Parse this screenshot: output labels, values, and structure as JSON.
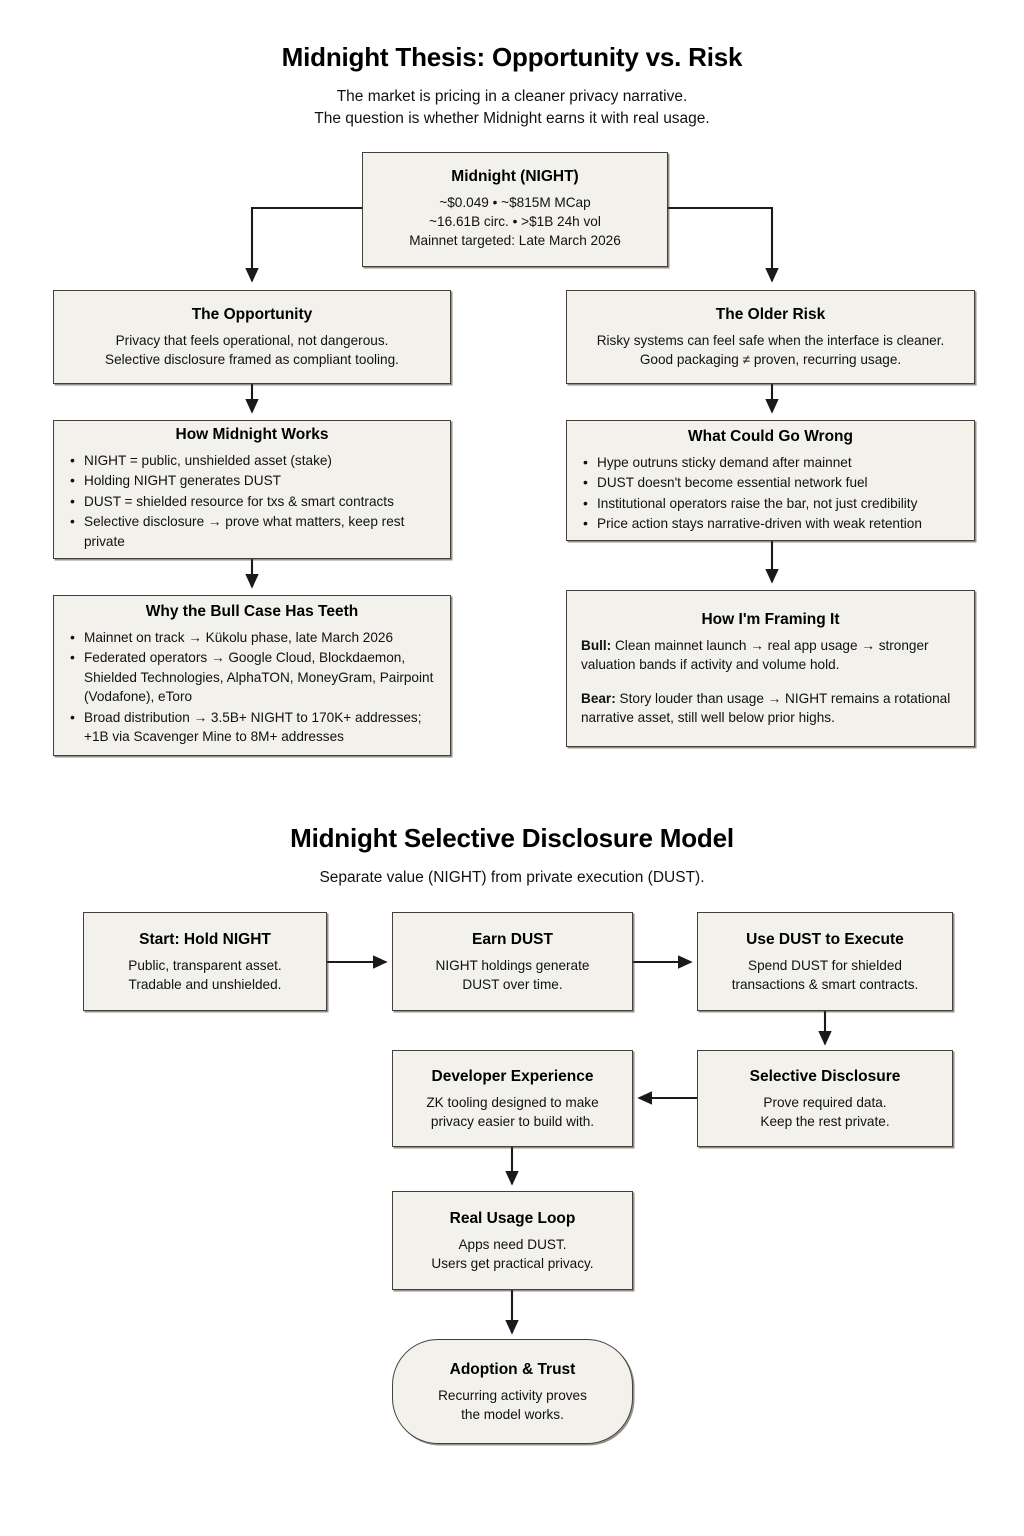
{
  "theme": {
    "background": "#ffffff",
    "node_fill": "#f2f1ec",
    "node_border": "#453f37",
    "text": "#111111",
    "connector": "#1a1a1a"
  },
  "section_one": {
    "title": "Midnight Thesis: Opportunity vs. Risk",
    "subtitle_line1": "The market is pricing in a cleaner privacy narrative.",
    "subtitle_line2": "The question is whether Midnight earns it with real usage.",
    "root": {
      "title": "Midnight (NIGHT)",
      "line1": "~$0.049 • ~$815M MCap",
      "line2": "~16.61B circ. • >$1B 24h vol",
      "line3": "Mainnet targeted: Late March 2026"
    },
    "opportunity": {
      "title": "The Opportunity",
      "line1": "Privacy that feels operational, not dangerous.",
      "line2": "Selective disclosure framed as compliant tooling."
    },
    "older_risk": {
      "title": "The Older Risk",
      "line1": "Risky systems can feel safe when the interface is cleaner.",
      "line2": "Good packaging ≠ proven, recurring usage."
    },
    "how_it_works": {
      "title": "How Midnight Works",
      "bullets": [
        "NIGHT = public, unshielded asset (stake)",
        "Holding NIGHT generates DUST",
        "DUST = shielded resource for txs & smart contracts",
        "Selective disclosure → prove what matters, keep rest private"
      ]
    },
    "what_could_go_wrong": {
      "title": "What Could Go Wrong",
      "bullets": [
        "Hype outruns sticky demand after mainnet",
        "DUST doesn't become essential network fuel",
        "Institutional operators raise the bar, not just credibility",
        "Price action stays narrative-driven with weak retention"
      ]
    },
    "bull_case": {
      "title": "Why the Bull Case Has Teeth",
      "bullets": [
        "Mainnet on track → Kükolu phase, late March 2026",
        "Federated operators → Google Cloud, Blockdaemon, Shielded Technologies, AlphaTON, MoneyGram, Pairpoint (Vodafone), eToro",
        "Broad distribution → 3.5B+ NIGHT to 170K+ addresses; +1B via Scavenger Mine to 8M+ addresses"
      ]
    },
    "framing": {
      "title": "How I'm Framing It",
      "bull_label": "Bull:",
      "bull_text": " Clean mainnet launch → real app usage → stronger valuation bands if activity and volume hold.",
      "bear_label": "Bear:",
      "bear_text": " Story louder than usage → NIGHT remains a rotational narrative asset, still well below prior highs."
    }
  },
  "section_two": {
    "title": "Midnight Selective Disclosure Model",
    "subtitle": "Separate value (NIGHT) from private execution (DUST).",
    "steps": [
      {
        "title": "Start: Hold NIGHT",
        "line1": "Public, transparent asset.",
        "line2": "Tradable and unshielded."
      },
      {
        "title": "Earn DUST",
        "line1": "NIGHT holdings generate",
        "line2": "DUST over time."
      },
      {
        "title": "Use DUST to Execute",
        "line1": "Spend DUST for shielded",
        "line2": "transactions & smart contracts."
      },
      {
        "title": "Selective Disclosure",
        "line1": "Prove required data.",
        "line2": "Keep the rest private."
      },
      {
        "title": "Developer Experience",
        "line1": "ZK tooling designed to make",
        "line2": "privacy easier to build with."
      },
      {
        "title": "Real Usage Loop",
        "line1": "Apps need DUST.",
        "line2": "Users get practical privacy."
      },
      {
        "title": "Adoption & Trust",
        "line1": "Recurring activity proves",
        "line2": "the model works."
      }
    ]
  }
}
